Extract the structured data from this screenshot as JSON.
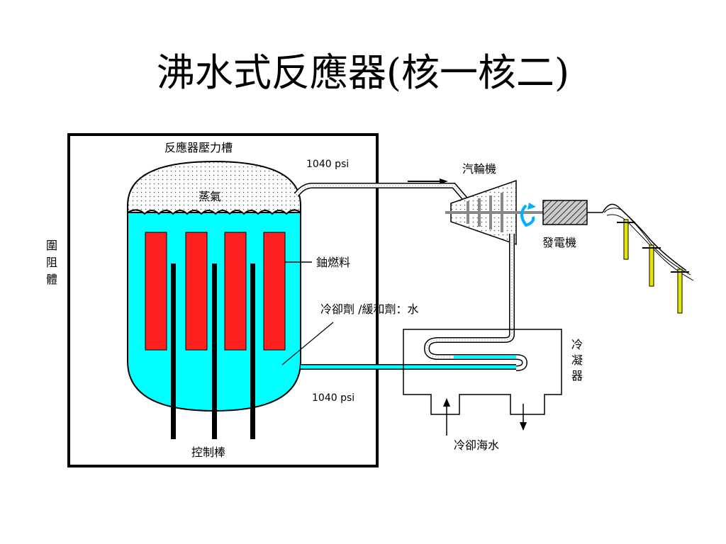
{
  "slide": {
    "title": "沸水式反應器(核一核二)"
  },
  "diagram": {
    "containment_label": "圍阻體",
    "pressure_vessel_label": "反應器壓力槽",
    "steam_label": "蒸氣",
    "fuel_label": "鈾燃料",
    "coolant_label": "冷卻劑 /緩和劑：水",
    "control_rod_label": "控制棒",
    "pressure_top": "1040 psi",
    "pressure_bottom": "1040 psi",
    "turbine_label": "汽輪機",
    "generator_label": "發電機",
    "condenser_label": "冷凝器",
    "seawater_label": "冷卻海水"
  },
  "colors": {
    "water": "#00ffff",
    "fuel": "#ff2020",
    "control_rod": "#000000",
    "pole": "#e6e600"
  }
}
